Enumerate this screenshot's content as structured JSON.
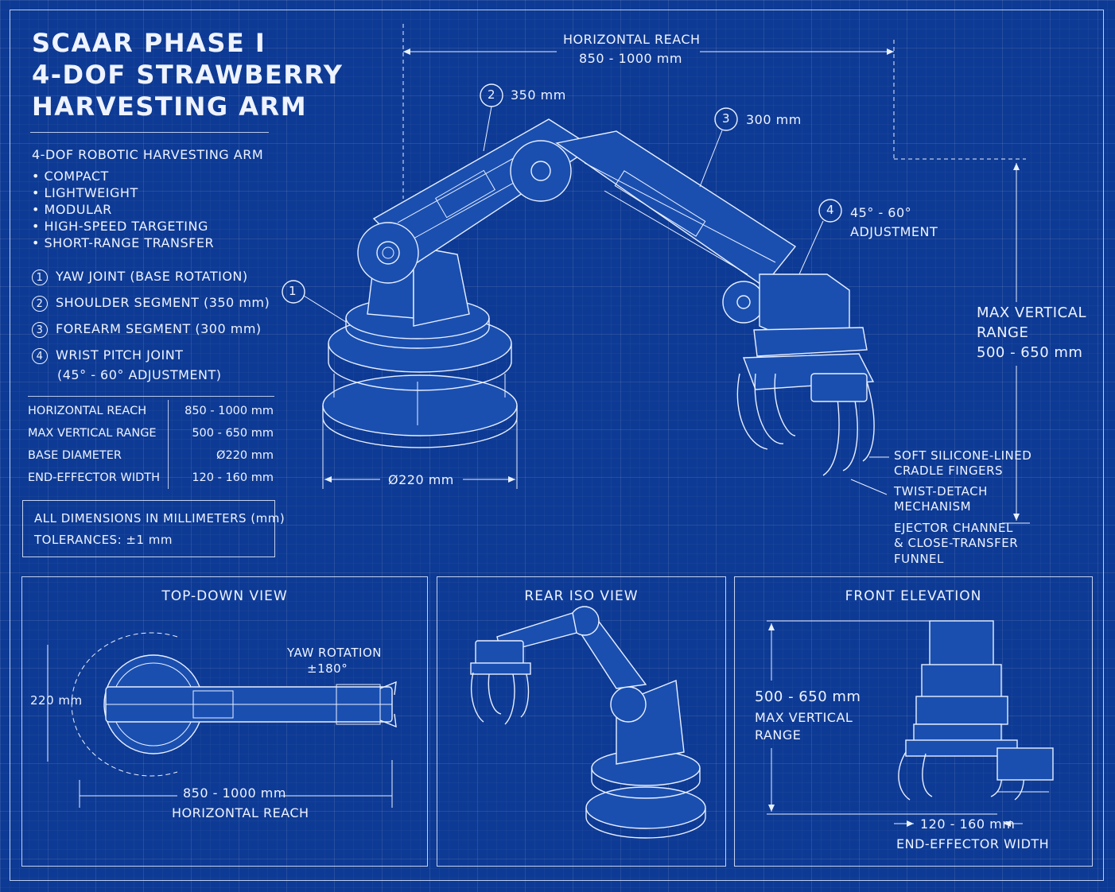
{
  "title": {
    "line1": "SCAAR PHASE I",
    "line2": "4-DOF STRAWBERRY",
    "line3": "HARVESTING ARM"
  },
  "features": {
    "heading": "4-DOF ROBOTIC HARVESTING ARM",
    "items": [
      "• COMPACT",
      "• LIGHTWEIGHT",
      "• MODULAR",
      "• HIGH-SPEED TARGETING",
      "• SHORT-RANGE TRANSFER"
    ]
  },
  "parts": [
    {
      "num": "1",
      "label": "YAW JOINT (BASE ROTATION)"
    },
    {
      "num": "2",
      "label": "SHOULDER SEGMENT (350 mm)"
    },
    {
      "num": "3",
      "label": "FOREARM SEGMENT (300 mm)"
    },
    {
      "num": "4",
      "label": "WRIST PITCH JOINT",
      "label2": "(45° - 60° ADJUSTMENT)"
    }
  ],
  "specs": [
    {
      "key": "HORIZONTAL REACH",
      "value": "850 - 1000 mm"
    },
    {
      "key": "MAX VERTICAL RANGE",
      "value": "500 - 650 mm"
    },
    {
      "key": "BASE DIAMETER",
      "value": "Ø220 mm"
    },
    {
      "key": "END-EFFECTOR WIDTH",
      "value": "120 - 160 mm"
    }
  ],
  "note": {
    "line1": "ALL DIMENSIONS IN MILLIMETERS (mm)",
    "line2": "TOLERANCES: ±1 mm"
  },
  "main_view": {
    "horizontal_reach_label": "HORIZONTAL REACH",
    "horizontal_reach_value": "850 - 1000 mm",
    "callout_1": "1",
    "callout_2": "2",
    "callout_2_text": "350 mm",
    "callout_3": "3",
    "callout_3_text": "300 mm",
    "callout_4": "4",
    "callout_4_text1": "45° - 60°",
    "callout_4_text2": "ADJUSTMENT",
    "vertical_label1": "MAX VERTICAL",
    "vertical_label2": "RANGE",
    "vertical_value": "500 - 650 mm",
    "base_diameter": "Ø220 mm",
    "gripper_note1a": "SOFT SILICONE-LINED",
    "gripper_note1b": "CRADLE FINGERS",
    "gripper_note2a": "TWIST-DETACH",
    "gripper_note2b": "MECHANISM",
    "gripper_note3a": "EJECTOR CHANNEL",
    "gripper_note3b": "& CLOSE-TRANSFER",
    "gripper_note3c": "FUNNEL"
  },
  "top_down": {
    "title": "TOP-DOWN VIEW",
    "yaw1": "YAW ROTATION",
    "yaw2": "±180°",
    "width_label": "220 mm",
    "reach_value": "850 - 1000 mm",
    "reach_label": "HORIZONTAL REACH"
  },
  "rear_iso": {
    "title": "REAR ISO VIEW"
  },
  "front_elev": {
    "title": "FRONT ELEVATION",
    "vert_value": "500 - 650 mm",
    "vert_label1": "MAX VERTICAL",
    "vert_label2": "RANGE",
    "width_value": "120 - 160 mm",
    "width_label": "END-EFFECTOR WIDTH"
  }
}
